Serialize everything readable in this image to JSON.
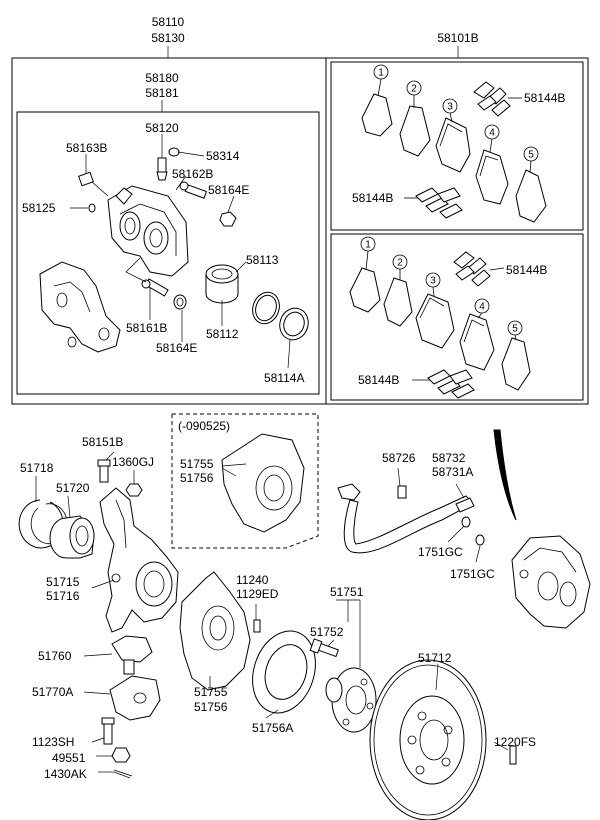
{
  "diagram": {
    "labels": {
      "l58110": "58110",
      "l58130": "58130",
      "l58101B": "58101B",
      "l58180": "58180",
      "l58181": "58181",
      "l58120": "58120",
      "l58163B": "58163B",
      "l58314": "58314",
      "l58162B": "58162B",
      "l58164E_a": "58164E",
      "l58125": "58125",
      "l58113": "58113",
      "l58161B": "58161B",
      "l58112": "58112",
      "l58164E_b": "58164E",
      "l58114A": "58114A",
      "l58144B_a": "58144B",
      "l58144B_b": "58144B",
      "l58144B_c": "58144B",
      "l58144B_d": "58144B",
      "l090525": "(-090525)",
      "l58151B": "58151B",
      "l1360GJ": "1360GJ",
      "l51718": "51718",
      "l51720": "51720",
      "l51755_a": "51755",
      "l51756_a": "51756",
      "l58726": "58726",
      "l58732": "58732",
      "l58731A": "58731A",
      "l1751GC_a": "1751GC",
      "l1751GC_b": "1751GC",
      "l51715": "51715",
      "l51716": "51716",
      "l11240": "11240",
      "l1129ED": "1129ED",
      "l51751": "51751",
      "l51752": "51752",
      "l51760": "51760",
      "l51712": "51712",
      "l51770A": "51770A",
      "l51755_b": "51755",
      "l51756_b": "51756",
      "l51756A": "51756A",
      "l1123SH": "1123SH",
      "l1220FS": "1220FS",
      "l49551": "49551",
      "l1430AK": "1430AK"
    },
    "pad_numbers": [
      "1",
      "2",
      "3",
      "4",
      "5"
    ]
  }
}
